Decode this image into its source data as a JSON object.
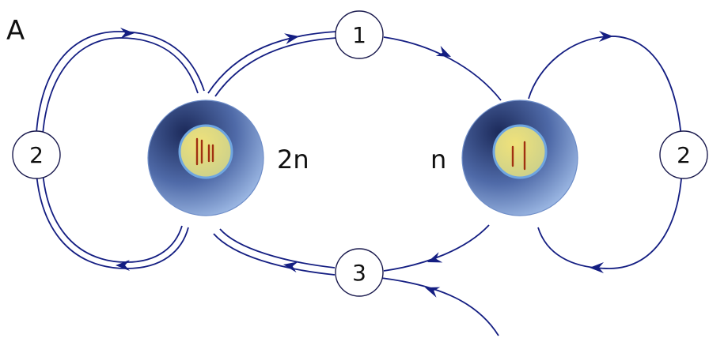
{
  "panel_label": "A",
  "cells": {
    "diploid": {
      "label": "2n",
      "chromosome_count": 4
    },
    "haploid": {
      "label": "n",
      "chromosome_count": 2
    }
  },
  "nodes": {
    "top": "1",
    "left": "2",
    "right": "2",
    "bottom": "3"
  },
  "colors": {
    "line": "#141e82",
    "cell_outer": "#8aa7d8",
    "cell_dark": "#1c2a5a",
    "nucleus_fill": "#e6d76a",
    "nucleus_edge": "#6fa6e0",
    "chromosome": "#a03010"
  }
}
